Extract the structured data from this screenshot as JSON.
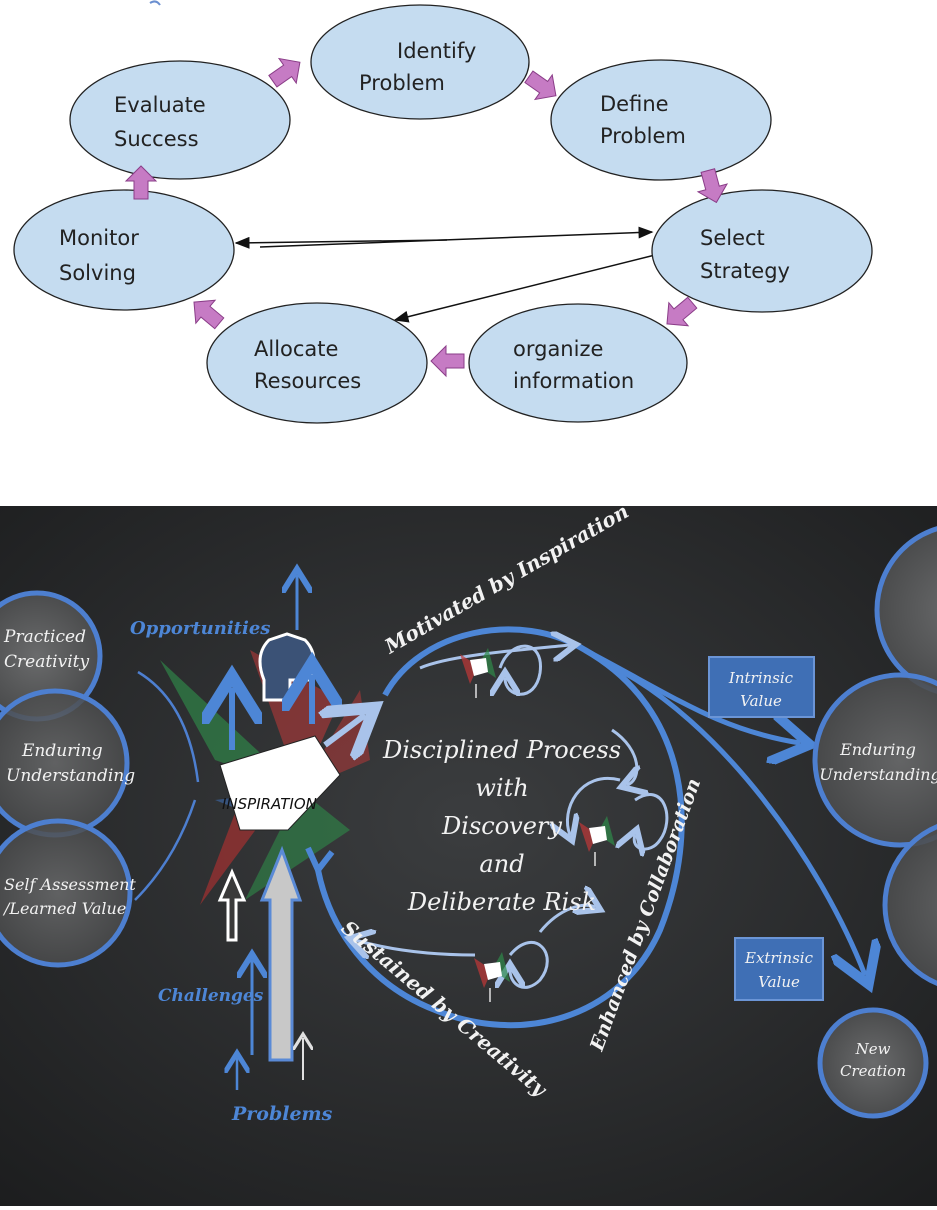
{
  "cycle": {
    "nodes": {
      "identify": [
        "Identify",
        "Problem"
      ],
      "define": [
        "Define",
        "Problem"
      ],
      "select": [
        "Select",
        "Strategy"
      ],
      "organize": [
        "organize",
        "information"
      ],
      "allocate": [
        "Allocate",
        "Resources"
      ],
      "monitor": [
        "Monitor",
        "Solving"
      ],
      "evaluate": [
        "Evaluate",
        "Success"
      ]
    }
  },
  "chalkboard": {
    "left_circles": {
      "practiced": [
        "Practiced",
        "Creativity"
      ],
      "enduring": [
        "Enduring",
        "Understanding"
      ],
      "self_assessment": [
        "Self Assessment",
        "/Learned Value"
      ]
    },
    "inputs": {
      "opportunities": "Opportunities",
      "challenges": "Challenges",
      "problems": "Problems"
    },
    "center_label": "INSPIRATION",
    "arc_labels": {
      "motivated": "Motivated by Inspiration",
      "enhanced": "Enhanced by Collaboration",
      "sustained": "Sustained by Creativity"
    },
    "process_text": [
      "Disciplined Process",
      "with",
      "Discovery",
      "and",
      "Deliberate Risk"
    ],
    "value_boxes": {
      "intrinsic": [
        "Intrinsic",
        "Value"
      ],
      "extrinsic": [
        "Extrinsic",
        "Value"
      ]
    },
    "right_circles": {
      "enduring": [
        "Enduring",
        "Understanding"
      ],
      "new_creation": [
        "New",
        "Creation"
      ]
    }
  }
}
